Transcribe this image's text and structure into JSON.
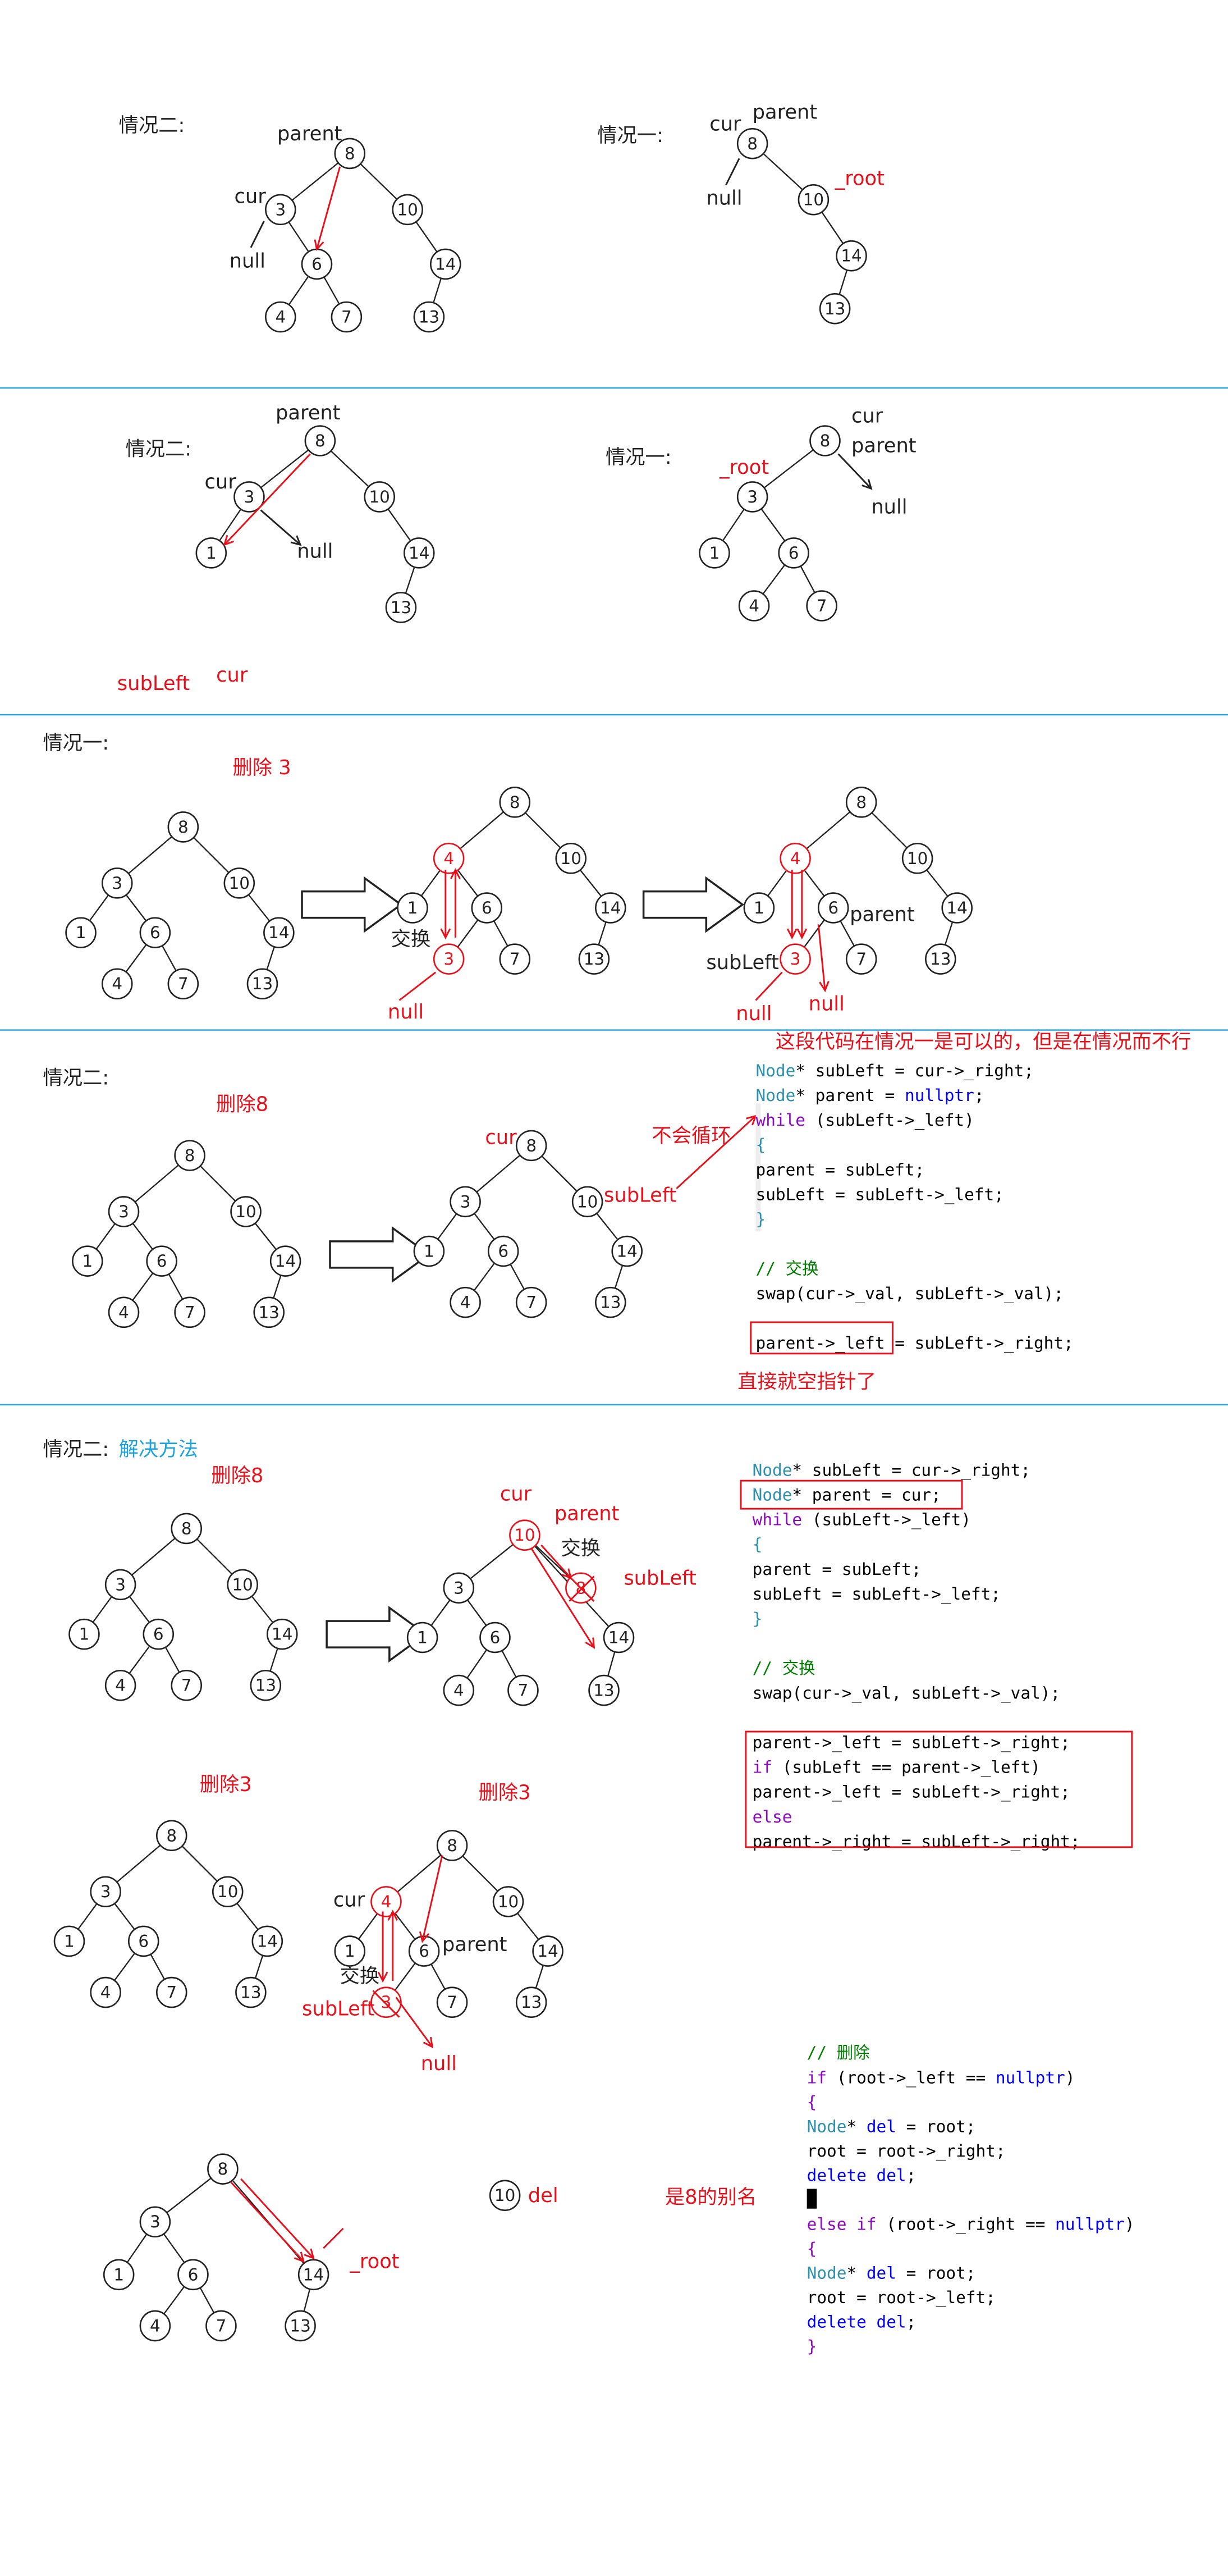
{
  "colors": {
    "black": "#222222",
    "red": "#e8101a",
    "blue_divider": "#1aa3dc",
    "code_type": "#2b91af",
    "code_keyword": "#0000ff",
    "code_control": "#8f08c4",
    "code_comment": "#008000",
    "code_text": "#000000",
    "subtitle_blue": "#1aa3dc",
    "code_grey": "#808080"
  },
  "section1": {
    "title_left": "情况二:",
    "title_right": "情况一:",
    "labels": {
      "parent_l": "parent",
      "cur_l": "cur",
      "null_l": "null",
      "cur_r": "cur",
      "parent_r": "parent",
      "null_r": "null",
      "root_r": "_root"
    },
    "left_tree": [
      "8",
      "3",
      "10",
      "6",
      "14",
      "4",
      "7",
      "13"
    ],
    "right_tree": [
      "8",
      "10",
      "14",
      "13"
    ]
  },
  "section2": {
    "title_left": "情况二:",
    "title_right": "情况一:",
    "labels": {
      "parent_l": "parent",
      "cur_l": "cur",
      "null_l": "null",
      "cur_r": "cur",
      "parent_r": "parent",
      "null_r": "null",
      "root_r": "_root",
      "sub_left": "subLeft",
      "cur_red": "cur"
    },
    "left_tree": [
      "8",
      "3",
      "10",
      "1",
      "14",
      "13"
    ],
    "right_tree": [
      "8",
      "3",
      "1",
      "6",
      "4",
      "7"
    ]
  },
  "section3": {
    "title": "情况一:",
    "subtitle": "删除 3",
    "tree_a": [
      "8",
      "3",
      "10",
      "1",
      "6",
      "14",
      "4",
      "7",
      "13"
    ],
    "tree_b": [
      "8",
      "4",
      "10",
      "1",
      "6",
      "14",
      "3",
      "7",
      "13"
    ],
    "tree_c": [
      "8",
      "4",
      "10",
      "1",
      "6",
      "14",
      "3",
      "7",
      "13"
    ],
    "labels": {
      "swap": "交换",
      "null_b": "null",
      "sub_left": "subLeft",
      "parent": "parent",
      "null_c1": "null",
      "null_c2": "null"
    }
  },
  "section4": {
    "title": "情况二:",
    "subtitle": "删除8",
    "note_top": "这段代码在情况一是可以的，但是在情况而不行",
    "note_loop": "不会循环",
    "note_null": "直接就空指针了",
    "labels": {
      "cur": "cur",
      "sub_left": "subLeft"
    },
    "tree_a": [
      "8",
      "3",
      "10",
      "1",
      "6",
      "14",
      "4",
      "7",
      "13"
    ],
    "tree_b": [
      "8",
      "3",
      "10",
      "1",
      "6",
      "14",
      "4",
      "7",
      "13"
    ],
    "code": [
      [
        [
          "Node",
          "type"
        ],
        [
          "* subLeft = cur->_right;",
          "text"
        ]
      ],
      [
        [
          "Node",
          "type"
        ],
        [
          "* parent = ",
          "text"
        ],
        [
          "nullptr",
          "kw"
        ],
        [
          ";",
          "text"
        ]
      ],
      [
        [
          "while",
          "ctrl"
        ],
        [
          " (subLeft->_left)",
          "text"
        ]
      ],
      [
        [
          "{",
          "type"
        ]
      ],
      [
        [
          "    parent = subLeft;",
          "text"
        ]
      ],
      [
        [
          "    subLeft = subLeft->_left;",
          "text"
        ]
      ],
      [
        [
          "}",
          "type"
        ]
      ],
      [
        [
          "",
          "text"
        ]
      ],
      [
        [
          "// 交换",
          "comment"
        ]
      ],
      [
        [
          "swap(cur->_val, subLeft->_val);",
          "text"
        ]
      ],
      [
        [
          "",
          "text"
        ]
      ],
      [
        [
          "parent->_left",
          "text"
        ],
        [
          " = subLeft->_right;",
          "text"
        ]
      ]
    ]
  },
  "section5": {
    "title": "情况二:",
    "subtitle": "解决方法",
    "del8": "删除8",
    "del3_a": "删除3",
    "del3_b": "删除3",
    "labels": {
      "cur": "cur",
      "parent": "parent",
      "swap": "交换",
      "sub_left": "subLeft",
      "cur2": "cur",
      "parent2": "parent",
      "swap2": "交换",
      "sub_left2": "subLeft",
      "null2": "null"
    },
    "tree_a": [
      "8",
      "3",
      "10",
      "1",
      "6",
      "14",
      "4",
      "7",
      "13"
    ],
    "tree_b": [
      "3",
      "10",
      "8",
      "1",
      "6",
      "14",
      "4",
      "7",
      "13"
    ],
    "tree_c": [
      "8",
      "3",
      "10",
      "1",
      "6",
      "14",
      "4",
      "7",
      "13"
    ],
    "tree_d": [
      "8",
      "4",
      "10",
      "1",
      "6",
      "14",
      "3",
      "7",
      "13"
    ],
    "code": [
      [
        [
          "Node",
          "type"
        ],
        [
          "* subLeft = cur->_right;",
          "text"
        ]
      ],
      [
        [
          "Node",
          "type"
        ],
        [
          "* parent = cur;",
          "text"
        ]
      ],
      [
        [
          "while",
          "ctrl"
        ],
        [
          " (subLeft->_left)",
          "text"
        ]
      ],
      [
        [
          "{",
          "type"
        ]
      ],
      [
        [
          "    parent = subLeft;",
          "text"
        ]
      ],
      [
        [
          "    subLeft = subLeft->_left;",
          "text"
        ]
      ],
      [
        [
          "}",
          "type"
        ]
      ],
      [
        [
          "",
          "text"
        ]
      ],
      [
        [
          "// 交换",
          "comment"
        ]
      ],
      [
        [
          "swap(cur->_val, subLeft->_val);",
          "text"
        ]
      ],
      [
        [
          "",
          "text"
        ]
      ],
      [
        [
          "parent->_left = subLeft->_right;",
          "text"
        ]
      ],
      [
        [
          "if",
          "ctrl"
        ],
        [
          " (subLeft == parent->_left)",
          "text"
        ]
      ],
      [
        [
          "    parent->_left = subLeft->_right;",
          "text"
        ]
      ],
      [
        [
          "else",
          "ctrl"
        ]
      ],
      [
        [
          "    parent->_right = subLeft->_right;",
          "text"
        ]
      ]
    ]
  },
  "section6": {
    "del_label": "del",
    "root_label": "_root",
    "alias_note": "是8的别名",
    "tree_a": [
      "8",
      "3",
      "14",
      "1",
      "6",
      "13",
      "4",
      "7"
    ],
    "del_node": "10",
    "code_head": "// 删除",
    "code": [
      [
        [
          "if",
          "ctrl"
        ],
        [
          " (root->_left == ",
          "text"
        ],
        [
          "nullptr",
          "kw"
        ],
        [
          ")",
          "text"
        ]
      ],
      [
        [
          "{",
          "ctrl"
        ]
      ],
      [
        [
          "    ",
          "text"
        ],
        [
          "Node",
          "type"
        ],
        [
          "* ",
          "text"
        ],
        [
          "del",
          "kw"
        ],
        [
          " = root;",
          "text"
        ]
      ],
      [
        [
          "    root = root->_right;",
          "text"
        ]
      ],
      [
        [
          "    ",
          "text"
        ],
        [
          "delete",
          "kw"
        ],
        [
          " ",
          "text"
        ],
        [
          "del",
          "kw"
        ],
        [
          ";",
          "text"
        ]
      ],
      [
        [
          "",
          "text"
        ]
      ],
      [
        [
          "else if",
          "ctrl"
        ],
        [
          " (root->_right == ",
          "text"
        ],
        [
          "nullptr",
          "kw"
        ],
        [
          ")",
          "text"
        ]
      ],
      [
        [
          "{",
          "ctrl"
        ]
      ],
      [
        [
          "    ",
          "text"
        ],
        [
          "Node",
          "type"
        ],
        [
          "* ",
          "text"
        ],
        [
          "del",
          "kw"
        ],
        [
          " = root;",
          "text"
        ]
      ],
      [
        [
          "    root = root->_left;",
          "text"
        ]
      ],
      [
        [
          "    ",
          "text"
        ],
        [
          "delete",
          "kw"
        ],
        [
          " ",
          "text"
        ],
        [
          "del",
          "kw"
        ],
        [
          ";",
          "text"
        ]
      ],
      [
        [
          "}",
          "ctrl"
        ]
      ]
    ]
  }
}
